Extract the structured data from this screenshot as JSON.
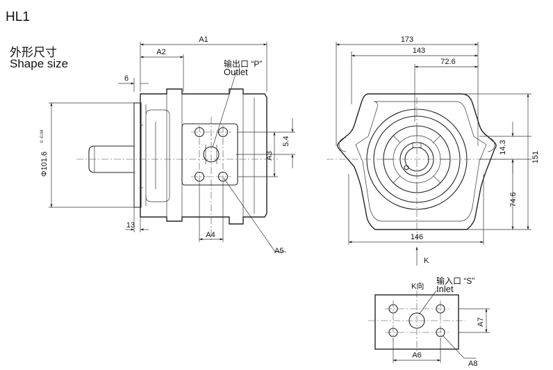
{
  "header": {
    "model": "HL1",
    "subtitle_cn": "外形尺寸",
    "subtitle_en": "Shape size"
  },
  "side_view": {
    "dim_a1": "A1",
    "dim_a2": "A2",
    "dim_6": "6",
    "dim_13": "13",
    "dim_a3": "A3",
    "dim_54": "5.4",
    "dim_a4": "A4",
    "dim_a5": "A5",
    "dia_label": "Φ101.6",
    "dia_tol": "0\n-0.04",
    "outlet_cn": "输出口 “P”",
    "outlet_en": "Outlet"
  },
  "front_view": {
    "dim_173": "173",
    "dim_143": "143",
    "dim_726": "72.6",
    "dim_143b": "14.3",
    "dim_151": "151",
    "dim_746": "74.6",
    "dim_146": "146",
    "view_k": "K"
  },
  "k_view": {
    "title": "K向",
    "inlet_cn": "输入口 “S”",
    "inlet_en": "Inlet",
    "dim_a7": "A7",
    "dim_a6": "A6",
    "dim_a8": "A8"
  }
}
